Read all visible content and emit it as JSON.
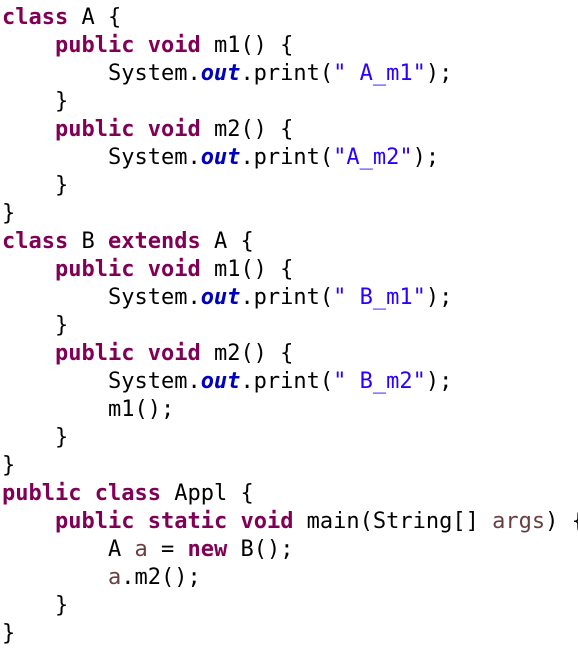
{
  "editor": {
    "colors": {
      "keyword": "#7f0055",
      "static_field": "#0000c0",
      "string": "#2a00ff",
      "local_variable": "#6a3e3e",
      "plain": "#000000",
      "background": "#ffffff"
    },
    "lines": [
      {
        "indent": 0,
        "tokens": [
          {
            "t": "class",
            "k": "kw"
          },
          {
            "t": " A {",
            "k": "plain"
          }
        ]
      },
      {
        "indent": 1,
        "tokens": [
          {
            "t": "public",
            "k": "kw"
          },
          {
            "t": " ",
            "k": "plain"
          },
          {
            "t": "void",
            "k": "kw"
          },
          {
            "t": " m1() {",
            "k": "plain"
          }
        ]
      },
      {
        "indent": 2,
        "tokens": [
          {
            "t": "System.",
            "k": "plain"
          },
          {
            "t": "out",
            "k": "field"
          },
          {
            "t": ".print(",
            "k": "plain"
          },
          {
            "t": "\" A_m1\"",
            "k": "str"
          },
          {
            "t": ");",
            "k": "plain"
          }
        ]
      },
      {
        "indent": 1,
        "tokens": [
          {
            "t": "}",
            "k": "plain"
          }
        ]
      },
      {
        "indent": 1,
        "tokens": [
          {
            "t": "public",
            "k": "kw"
          },
          {
            "t": " ",
            "k": "plain"
          },
          {
            "t": "void",
            "k": "kw"
          },
          {
            "t": " m2() {",
            "k": "plain"
          }
        ]
      },
      {
        "indent": 2,
        "tokens": [
          {
            "t": "System.",
            "k": "plain"
          },
          {
            "t": "out",
            "k": "field"
          },
          {
            "t": ".print(",
            "k": "plain"
          },
          {
            "t": "\"A_m2\"",
            "k": "str"
          },
          {
            "t": ");",
            "k": "plain"
          }
        ]
      },
      {
        "indent": 1,
        "tokens": [
          {
            "t": "}",
            "k": "plain"
          }
        ]
      },
      {
        "indent": 0,
        "tokens": [
          {
            "t": "}",
            "k": "plain"
          }
        ]
      },
      {
        "indent": 0,
        "tokens": [
          {
            "t": "class",
            "k": "kw"
          },
          {
            "t": " B ",
            "k": "plain"
          },
          {
            "t": "extends",
            "k": "kw"
          },
          {
            "t": " A {",
            "k": "plain"
          }
        ]
      },
      {
        "indent": 1,
        "tokens": [
          {
            "t": "public",
            "k": "kw"
          },
          {
            "t": " ",
            "k": "plain"
          },
          {
            "t": "void",
            "k": "kw"
          },
          {
            "t": " m1() {",
            "k": "plain"
          }
        ]
      },
      {
        "indent": 2,
        "tokens": [
          {
            "t": "System.",
            "k": "plain"
          },
          {
            "t": "out",
            "k": "field"
          },
          {
            "t": ".print(",
            "k": "plain"
          },
          {
            "t": "\" B_m1\"",
            "k": "str"
          },
          {
            "t": ");",
            "k": "plain"
          }
        ]
      },
      {
        "indent": 1,
        "tokens": [
          {
            "t": "}",
            "k": "plain"
          }
        ]
      },
      {
        "indent": 1,
        "tokens": [
          {
            "t": "public",
            "k": "kw"
          },
          {
            "t": " ",
            "k": "plain"
          },
          {
            "t": "void",
            "k": "kw"
          },
          {
            "t": " m2() {",
            "k": "plain"
          }
        ]
      },
      {
        "indent": 2,
        "tokens": [
          {
            "t": "System.",
            "k": "plain"
          },
          {
            "t": "out",
            "k": "field"
          },
          {
            "t": ".print(",
            "k": "plain"
          },
          {
            "t": "\" B_m2\"",
            "k": "str"
          },
          {
            "t": ");",
            "k": "plain"
          }
        ]
      },
      {
        "indent": 2,
        "tokens": [
          {
            "t": "m1();",
            "k": "plain"
          }
        ]
      },
      {
        "indent": 1,
        "tokens": [
          {
            "t": "}",
            "k": "plain"
          }
        ]
      },
      {
        "indent": 0,
        "tokens": [
          {
            "t": "}",
            "k": "plain"
          }
        ]
      },
      {
        "indent": 0,
        "tokens": [
          {
            "t": "public",
            "k": "kw"
          },
          {
            "t": " ",
            "k": "plain"
          },
          {
            "t": "class",
            "k": "kw"
          },
          {
            "t": " Appl {",
            "k": "plain"
          }
        ]
      },
      {
        "indent": 1,
        "tokens": [
          {
            "t": "public",
            "k": "kw"
          },
          {
            "t": " ",
            "k": "plain"
          },
          {
            "t": "static",
            "k": "kw"
          },
          {
            "t": " ",
            "k": "plain"
          },
          {
            "t": "void",
            "k": "kw"
          },
          {
            "t": " main(String[] ",
            "k": "plain"
          },
          {
            "t": "args",
            "k": "param"
          },
          {
            "t": ") {",
            "k": "plain"
          }
        ]
      },
      {
        "indent": 2,
        "tokens": [
          {
            "t": "A ",
            "k": "plain"
          },
          {
            "t": "a",
            "k": "var"
          },
          {
            "t": " = ",
            "k": "plain"
          },
          {
            "t": "new",
            "k": "kw"
          },
          {
            "t": " B();",
            "k": "plain"
          }
        ]
      },
      {
        "indent": 2,
        "tokens": [
          {
            "t": "a",
            "k": "var"
          },
          {
            "t": ".m2();",
            "k": "plain"
          }
        ]
      },
      {
        "indent": 1,
        "tokens": [
          {
            "t": "}",
            "k": "plain"
          }
        ]
      },
      {
        "indent": 0,
        "tokens": [
          {
            "t": "}",
            "k": "plain"
          }
        ]
      }
    ]
  }
}
